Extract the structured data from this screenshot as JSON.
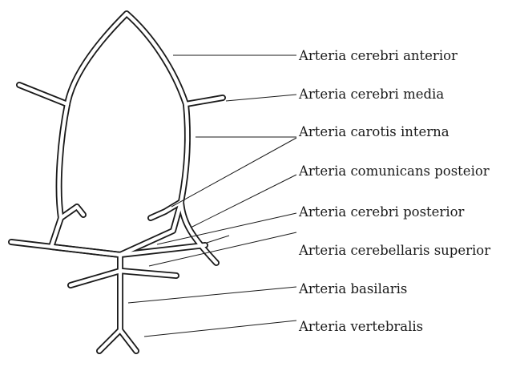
{
  "labels": [
    "Arteria cerebri anterior",
    "Arteria cerebri media",
    "Arteria carotis interna",
    "Arteria comunicans posteior",
    "Arteria cerebri posterior",
    "Arteria cerebellaris superior",
    "Arteria basilaris",
    "Arteria vertebralis"
  ],
  "colors": {
    "line": "#1a1a1a",
    "background": "#ffffff"
  }
}
